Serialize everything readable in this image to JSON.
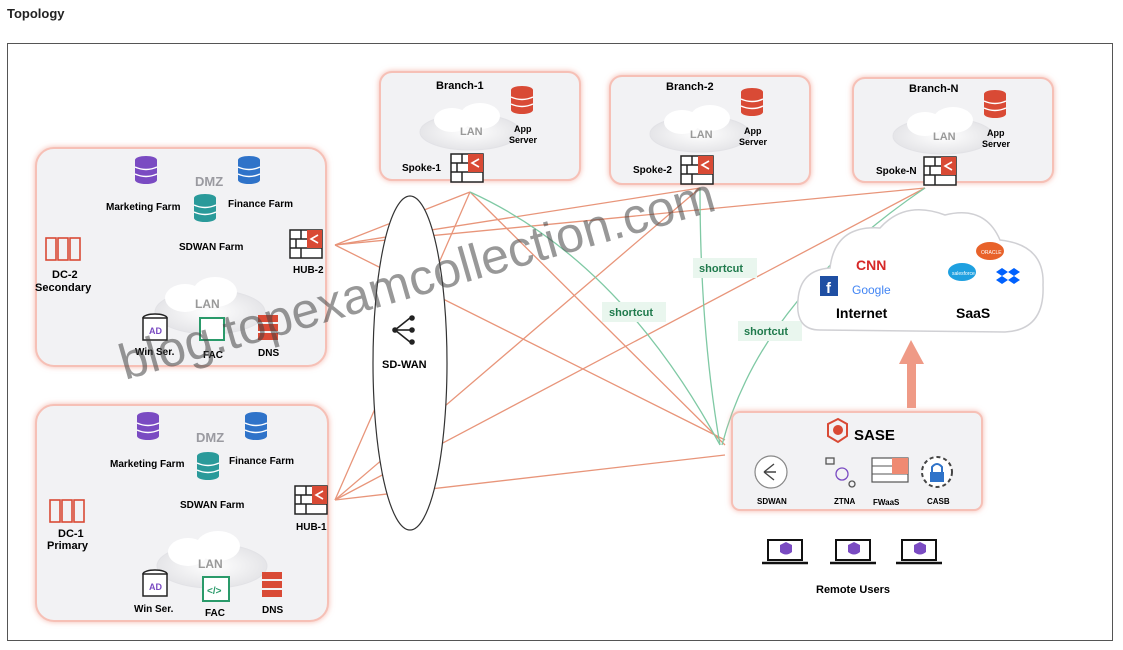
{
  "page": {
    "title": "Topology"
  },
  "dc2": {
    "dmz": "DMZ",
    "marketing": "Marketing Farm",
    "finance": "Finance Farm",
    "sdwan_farm": "SDWAN Farm",
    "name_line1": "DC-2",
    "name_line2": "Secondary",
    "hub": "HUB-2",
    "lan": "LAN",
    "ad": "AD",
    "win": "Win Ser.",
    "fac": "FAC",
    "dns": "DNS"
  },
  "dc1": {
    "dmz": "DMZ",
    "marketing": "Marketing Farm",
    "finance": "Finance Farm",
    "sdwan_farm": "SDWAN Farm",
    "name_line1": "DC-1",
    "name_line2": "Primary",
    "hub": "HUB-1",
    "lan": "LAN",
    "ad": "AD",
    "win": "Win Ser.",
    "fac": "FAC",
    "dns": "DNS"
  },
  "branches": [
    {
      "title": "Branch-1",
      "lan": "LAN",
      "app1": "App",
      "app2": "Server",
      "spoke": "Spoke-1"
    },
    {
      "title": "Branch-2",
      "lan": "LAN",
      "app1": "App",
      "app2": "Server",
      "spoke": "Spoke-2"
    },
    {
      "title": "Branch-N",
      "lan": "LAN",
      "app1": "App",
      "app2": "Server",
      "spoke": "Spoke-N"
    }
  ],
  "sdwan": {
    "label": "SD-WAN"
  },
  "shortcuts": [
    "shortcut",
    "shortcut",
    "shortcut"
  ],
  "cloud": {
    "cnn": "CNN",
    "google": "Google",
    "facebook": "f",
    "internet": "Internet",
    "saas": "SaaS",
    "salesforce": "salesforce",
    "oracle": "ORACLE"
  },
  "sase": {
    "title": "SASE",
    "sdwan": "SDWAN",
    "ztna": "ZTNA",
    "fwaas": "FWaaS",
    "casb": "CASB"
  },
  "remote": {
    "label": "Remote Users"
  },
  "watermark": "blog.topexamcollection.com",
  "colors": {
    "link": "#e8957a",
    "shortcut": "#7fc9a4",
    "red": "#d94a35",
    "purple": "#7a4bc2",
    "blue": "#2f73c9",
    "teal": "#2a9a9a",
    "arrow": "#ef9a86"
  }
}
